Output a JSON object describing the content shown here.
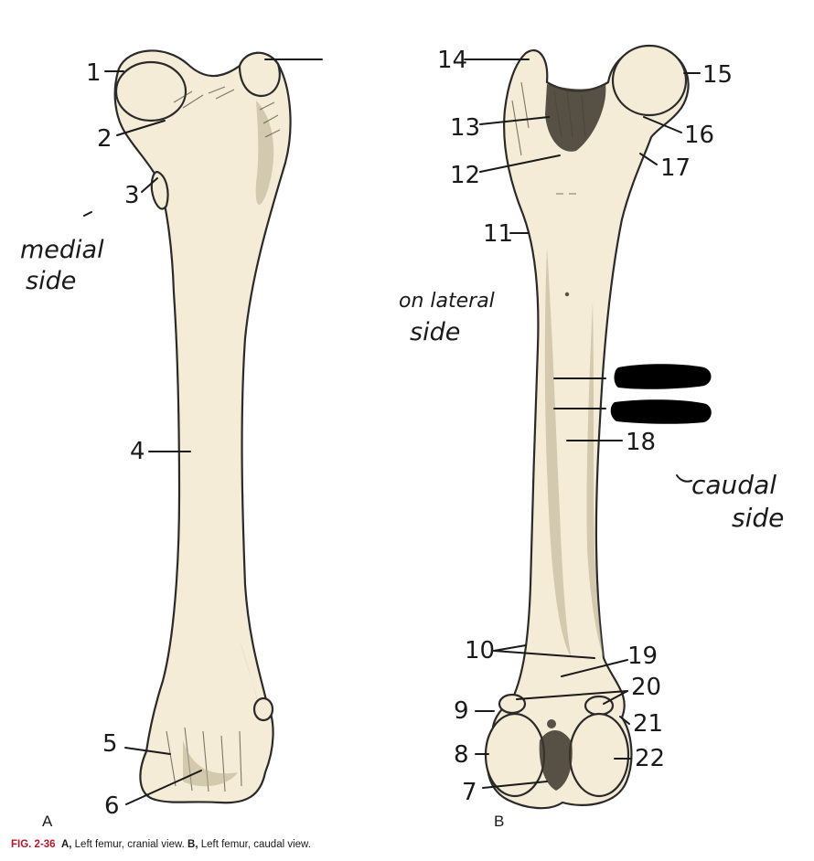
{
  "panels": {
    "a": {
      "letter": "A"
    },
    "b": {
      "letter": "B"
    }
  },
  "labels": [
    "1",
    "2",
    "3",
    "4",
    "5",
    "6",
    "7",
    "8",
    "9",
    "10",
    "11",
    "12",
    "13",
    "14",
    "15",
    "16",
    "17",
    "18",
    "19",
    "20",
    "21",
    "22"
  ],
  "notes": {
    "medial_line1": "medial",
    "medial_line2": "side",
    "lateral_line1": "on lateral",
    "lateral_line2": "side",
    "caudal_line1": "caudal",
    "caudal_line2": "side"
  },
  "caption": {
    "fig": "FIG. 2-36",
    "a_letter": "A,",
    "a_text": " Left femur, cranial view. ",
    "b_letter": "B,",
    "b_text": " Left femur, caudal view."
  },
  "colors": {
    "bone": "#f4ecd6",
    "caption_fig": "#b0182a",
    "redaction": "#000000"
  }
}
